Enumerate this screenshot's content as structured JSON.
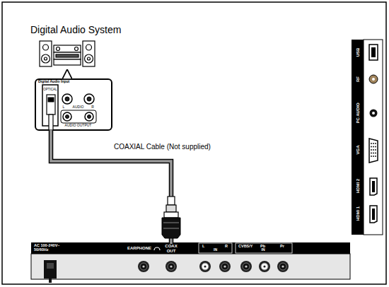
{
  "diagram": {
    "nodes": [
      {
        "text": [
          "Digital Audio System"
        ]
      },
      {
        "text": [
          "Digital Audio Input",
          "OPTICAL",
          "L",
          "AUDIO",
          "R",
          "AUDIO OUTPUT"
        ]
      },
      {
        "text": [
          "COAX OUT"
        ]
      }
    ],
    "edges": [
      {
        "from": 1,
        "to": 0,
        "arrow": "to"
      },
      {
        "from": 1,
        "to": 2,
        "label": "COAXIAL Cable (Not supplied)",
        "arrow": "none"
      }
    ],
    "labels": [
      "USB",
      "RF",
      "PC AUDIO",
      "VGA",
      "HDMI 2",
      "HDMI 1",
      "AC 100-240V~ 50/60Hz",
      "EARPHONE",
      "L",
      "R",
      "IN",
      "CVBS/Y",
      "Pb",
      "Pr",
      "IN"
    ]
  }
}
